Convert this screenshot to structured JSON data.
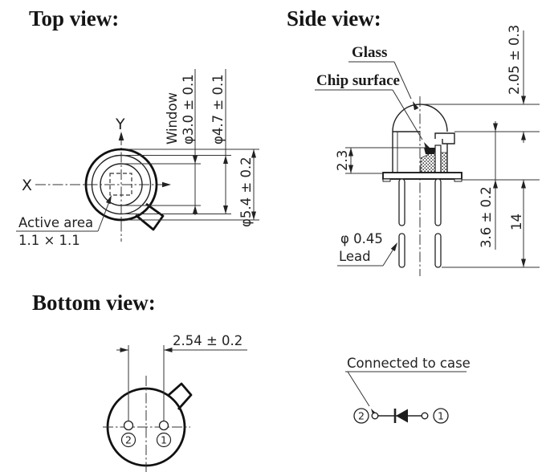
{
  "colors": {
    "ink": "#1c1c1c",
    "thick_line": "#111111",
    "background": "#ffffff",
    "chip_fill": "#1c1c1c"
  },
  "top_view": {
    "title": "Top view:",
    "y_axis_label": "Y",
    "x_axis_label": "X",
    "window_label": "Window",
    "window_diameter": "φ3.0 ± 0.1",
    "rim_diameter": "φ4.7 ± 0.1",
    "case_diameter": "φ5.4 ± 0.2",
    "active_area_label": "Active area",
    "active_area_size": "1.1 × 1.1"
  },
  "side_view": {
    "title": "Side view:",
    "glass_label": "Glass",
    "chip_surface_label": "Chip surface",
    "cap_height": "2.05 ± 0.3",
    "chip_surface_height": "2.3",
    "case_height": "3.6 ± 0.2",
    "lead_length": "14",
    "lead_diameter": "φ 0.45",
    "lead_label": "Lead"
  },
  "bottom_view": {
    "title": "Bottom view:",
    "lead_spacing": "2.54 ± 0.2",
    "pin2": "2",
    "pin1": "1"
  },
  "circuit": {
    "case_note": "Connected to case",
    "pin2": "2",
    "pin1": "1"
  }
}
